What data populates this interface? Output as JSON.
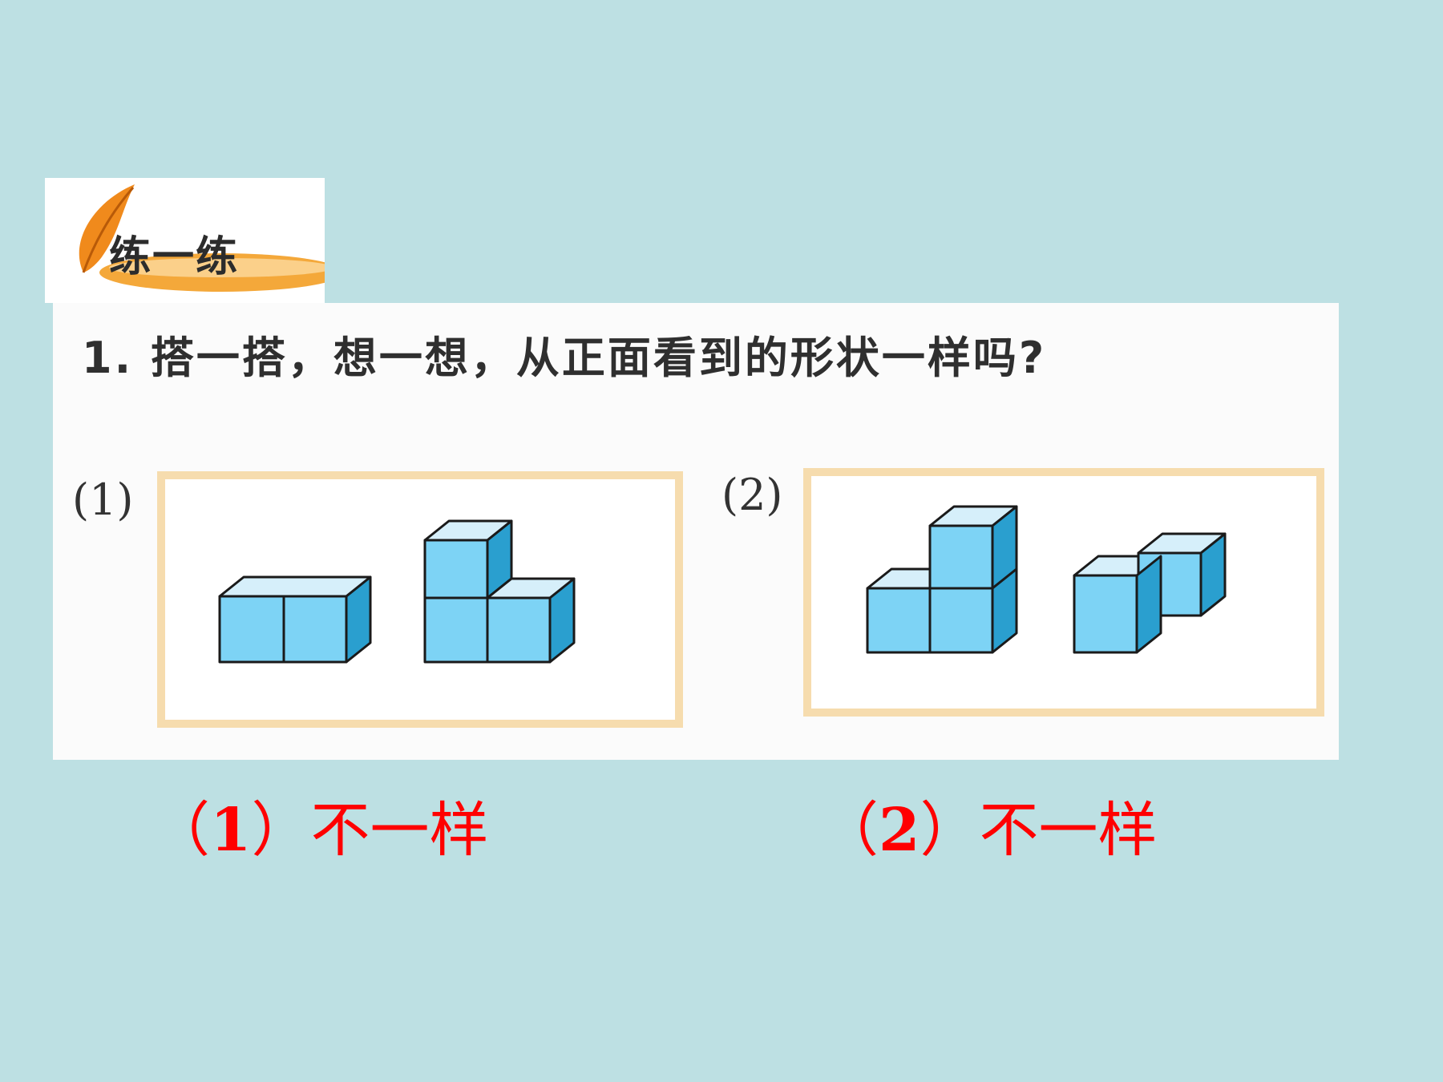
{
  "badge": {
    "label": "练一练",
    "icon": "feather-icon"
  },
  "question": {
    "text": "1. 搭一搭，想一想，从正面看到的形状一样吗?"
  },
  "figures": [
    {
      "label": "(1)"
    },
    {
      "label": "(2)"
    }
  ],
  "answers": [
    {
      "open": "（",
      "num": "1",
      "close": "）",
      "text": "不一样"
    },
    {
      "open": "（",
      "num": "2",
      "close": "）",
      "text": "不一样"
    }
  ],
  "colors": {
    "background": "#bde0e3",
    "cube_front": "#7dd3f5",
    "cube_top": "#d6effa",
    "cube_side": "#2a9fcf",
    "answer": "#ff0000",
    "frame": "#f6dcae"
  }
}
